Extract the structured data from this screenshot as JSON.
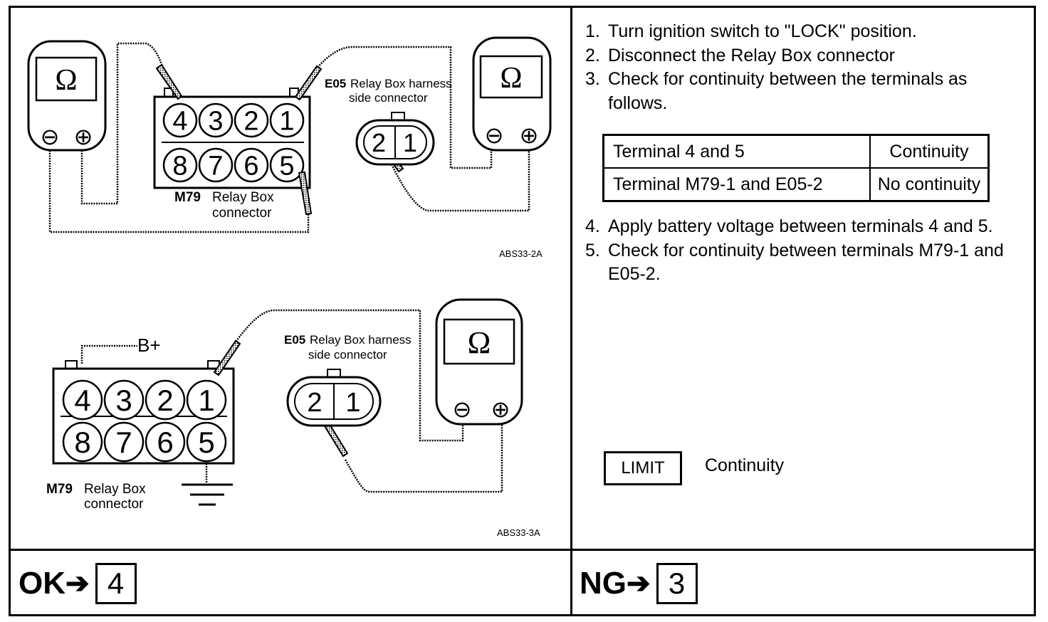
{
  "diagram_top": {
    "connector_id": "M79",
    "connector_name": "Relay Box",
    "connector_name2": "connector",
    "harness_id": "E05",
    "harness_name": "Relay Box harness",
    "harness_name2": "side connector",
    "figure_code": "ABS33-2A",
    "terminals_top": [
      "4",
      "3",
      "2",
      "1"
    ],
    "terminals_bottom": [
      "8",
      "7",
      "6",
      "5"
    ],
    "harness_terminals": [
      "2",
      "1"
    ],
    "meter_symbol": "Ω",
    "minus_symbol": "⊖",
    "plus_symbol": "⊕"
  },
  "diagram_bottom": {
    "connector_id": "M79",
    "connector_name": "Relay Box",
    "connector_name2": "connector",
    "harness_id": "E05",
    "harness_name": "Relay Box harness",
    "harness_name2": "side connector",
    "figure_code": "ABS33-3A",
    "battery_label": "B+",
    "terminals_top": [
      "4",
      "3",
      "2",
      "1"
    ],
    "terminals_bottom": [
      "8",
      "7",
      "6",
      "5"
    ],
    "harness_terminals": [
      "2",
      "1"
    ],
    "meter_symbol": "Ω",
    "minus_symbol": "⊖",
    "plus_symbol": "⊕"
  },
  "instructions": {
    "steps_a": [
      {
        "num": "1.",
        "text": "Turn ignition switch to \"LOCK\" position."
      },
      {
        "num": "2.",
        "text": "Disconnect the Relay Box connector"
      },
      {
        "num": "3.",
        "text": "Check for continuity between the terminals as follows."
      }
    ],
    "table": [
      [
        "Terminal 4 and 5",
        "Continuity"
      ],
      [
        "Terminal M79-1 and E05-2",
        "No continuity"
      ]
    ],
    "steps_b": [
      {
        "num": "4.",
        "text": "Apply battery voltage between terminals 4 and 5."
      },
      {
        "num": "5.",
        "text": "Check for continuity between terminals M79-1 and E05-2."
      }
    ],
    "limit_label": "LIMIT",
    "limit_value": "Continuity"
  },
  "results": {
    "ok_label": "OK",
    "ok_step": "4",
    "ng_label": "NG",
    "ng_step": "3",
    "arrow": "➔"
  }
}
